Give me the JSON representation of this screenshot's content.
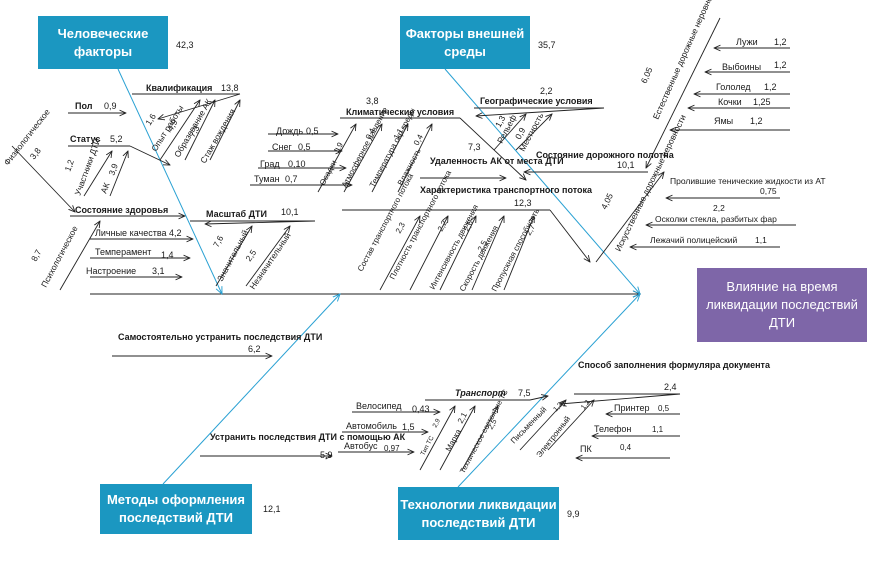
{
  "effect": {
    "label": "Влияние на время ликвидации последствий ДТИ"
  },
  "categories": {
    "human": {
      "label": "Человеческие факторы",
      "value": "42,3"
    },
    "external": {
      "label": "Факторы внешней среды",
      "value": "35,7"
    },
    "methods": {
      "label": "Методы оформления последствий ДТИ",
      "value": "12,1"
    },
    "tech": {
      "label": "Технологии ликвидации последствий ДТИ",
      "value": "9,9"
    }
  },
  "human": {
    "pol": {
      "label": "Пол",
      "value": "0,9"
    },
    "kval": {
      "label": "Квалификация",
      "value": "13,8"
    },
    "kval_sub": [
      {
        "label": "Опыт работы",
        "value": "1,6"
      },
      {
        "label": "Образование АК",
        "value": "4,9"
      },
      {
        "label": "Стаж вождения",
        "value": "7,3"
      }
    ],
    "status": {
      "label": "Статус",
      "value": "5,2"
    },
    "status_sub": [
      {
        "label": "Участники ДТИ",
        "value": "1,2"
      },
      {
        "label": "АК",
        "value": "3,9"
      }
    ],
    "health": {
      "label": "Состояние здоровья"
    },
    "health_sub": [
      {
        "label": "Физиологическое",
        "value": "3,8"
      },
      {
        "label": "Психологическое",
        "value": "8,7"
      }
    ],
    "lichnye": {
      "label": "Личные качества",
      "value": "4,2"
    },
    "temperament": {
      "label": "Темперамент",
      "value": "1,4"
    },
    "nastroenie": {
      "label": "Настроение",
      "value": "3,1"
    },
    "masshtab": {
      "label": "Масштаб ДТИ",
      "value": "10,1"
    },
    "masshtab_sub": [
      {
        "label": "Значительный",
        "value": "7,6"
      },
      {
        "label": "Незначительный",
        "value": "2,5"
      }
    ]
  },
  "external": {
    "climate": {
      "label": "Климатические условия",
      "value": "3,8"
    },
    "climate_left": [
      {
        "label": "Дождь",
        "value": "0,5"
      },
      {
        "label": "Снег",
        "value": "0,5"
      },
      {
        "label": "Град",
        "value": "0,10"
      },
      {
        "label": "Туман",
        "value": "0,7"
      }
    ],
    "climate_slant": [
      {
        "label": "Осадки",
        "value": "1,9"
      },
      {
        "label": "Атмосферное давление",
        "value": "0,4"
      },
      {
        "label": "Температура окр.среды",
        "value": "1,1"
      },
      {
        "label": "Влажность",
        "value": "0,4"
      }
    ],
    "geo": {
      "label": "Географические условия",
      "value": "2,2"
    },
    "geo_sub": [
      {
        "label": "Рельеф",
        "value": "1,3"
      },
      {
        "label": "Местность",
        "value": "0,9"
      }
    ],
    "udalennost": {
      "label": "Удаленность АК от места ДТИ",
      "value": "7,3"
    },
    "road": {
      "label": "Состояние дорожного полотна",
      "value": "10,1"
    },
    "natural": {
      "label": "Естественные дорожные неровности",
      "value": "6,05"
    },
    "natural_sub": [
      {
        "label": "Лужи",
        "value": "1,2"
      },
      {
        "label": "Выбоины",
        "value": "1,2"
      },
      {
        "label": "Гололед",
        "value": "1,2"
      },
      {
        "label": "Кочки",
        "value": "1,25"
      },
      {
        "label": "Ямы",
        "value": "1,2"
      }
    ],
    "artificial": {
      "label": "Искусственные дорожные неровности",
      "value": "4,05"
    },
    "artificial_sub": [
      {
        "label": "Пролившие тенические жидкости из АТ",
        "value": "0,75"
      },
      {
        "label": "Осколки стекла, разбитых фар",
        "value": "2,2"
      },
      {
        "label": "Лежачий полицейский",
        "value": "1,1"
      }
    ],
    "traffic": {
      "label": "Характеристика транспортного потока",
      "value": "12,3"
    },
    "traffic_sub": [
      {
        "label": "Состав транспортного потока",
        "value": "2,3"
      },
      {
        "label": "Плотность транспортного потока",
        "value": "2,2"
      },
      {
        "label": "Интенсивность движения",
        "value": "2,6"
      },
      {
        "label": "Скорость движения",
        "value": "2,5"
      },
      {
        "label": "Пропускная способность",
        "value": "2,7"
      }
    ]
  },
  "methods": {
    "self": {
      "label": "Самостоятельно устранить последствия ДТИ",
      "value": "6,2"
    },
    "ak": {
      "label": "Устранить последствия ДТИ с помощью АК",
      "value": "5,9"
    }
  },
  "tech": {
    "transport": {
      "label": "Транспорт",
      "value": "7,5"
    },
    "transport_left": [
      {
        "label": "Велосипед",
        "value": "0,43"
      },
      {
        "label": "Автомобиль",
        "value": "1,5"
      },
      {
        "label": "Автобус",
        "value": "0,97"
      }
    ],
    "transport_slant": [
      {
        "label": "Тип ТС",
        "value": "2,9"
      },
      {
        "label": "Марка",
        "value": "2,1"
      },
      {
        "label": "Техническое состояние ТС",
        "value": "2,5"
      }
    ],
    "protocol": {
      "label": "Способ заполнения формуляра документа",
      "value": "2,4"
    },
    "protocol_right": [
      {
        "label": "Принтер",
        "value": "0,5"
      },
      {
        "label": "Телефон",
        "value": "1,1"
      },
      {
        "label": "ПК",
        "value": "0,4"
      }
    ],
    "protocol_slant": [
      {
        "label": "Письменный",
        "value": "1,2"
      },
      {
        "label": "Электронный",
        "value": "1,2"
      }
    ]
  },
  "colors": {
    "category": "#1b97c1",
    "effect": "#7e66a8",
    "spine": "#2aa1d3",
    "line": "#222222"
  }
}
